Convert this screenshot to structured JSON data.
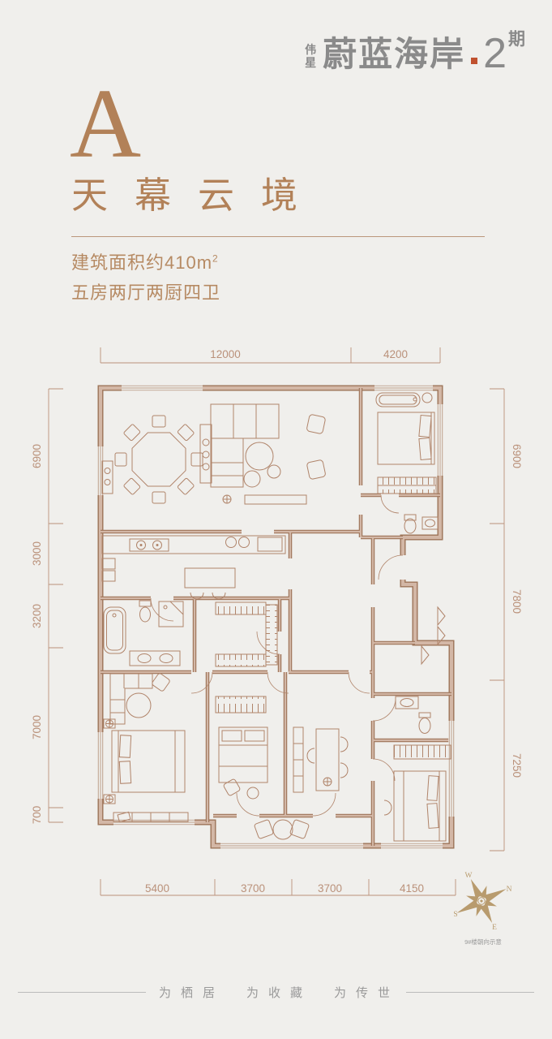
{
  "header": {
    "brand_vertical": "伟星",
    "brand_main": "蔚蓝海岸",
    "brand_phase_number": "2",
    "brand_phase_suffix": "期",
    "accent_color": "#c0512f"
  },
  "unit": {
    "letter": "A",
    "name": "天幕云境",
    "area_label": "建筑面积约410m",
    "area_sup": "2",
    "layout": "五房两厅两厨四卫"
  },
  "plan": {
    "dims": {
      "top": [
        "12000",
        "4200"
      ],
      "bottom": [
        "5400",
        "3700",
        "3700",
        "4150"
      ],
      "left": [
        "6900",
        "3000",
        "3200",
        "7000",
        "700"
      ],
      "right": [
        "6900",
        "7800",
        "7250"
      ]
    },
    "compass": {
      "w": "W",
      "n": "N",
      "s": "S",
      "e": "E",
      "caption": "9#楼朝向示意"
    },
    "colors": {
      "wall": "#9d7458",
      "wall_fill": "#d3b7a6",
      "line": "#b0846a",
      "dim": "#ba917a"
    }
  },
  "footer": {
    "slogan": "为栖居　为收藏　为传世"
  }
}
